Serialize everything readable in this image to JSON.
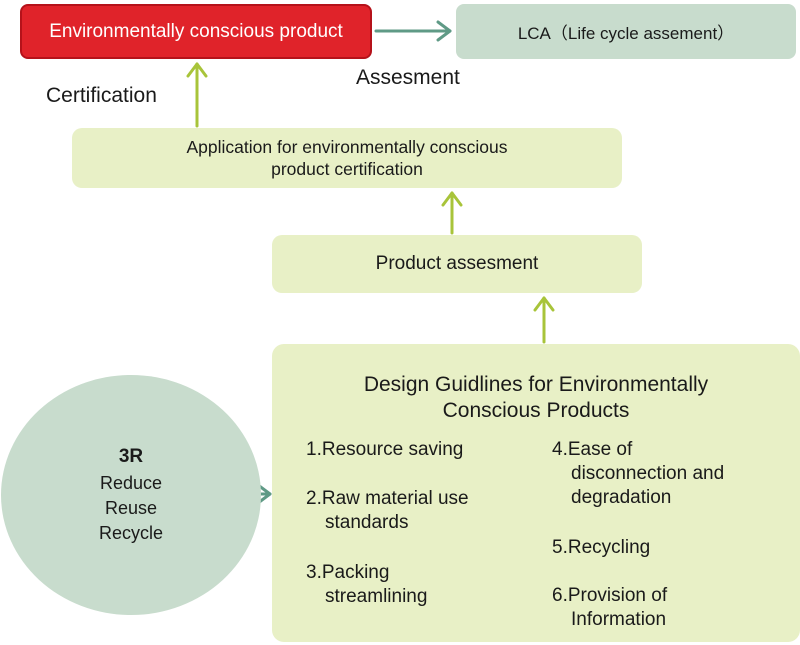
{
  "nodes": {
    "product": "Environmentally conscious product",
    "lca": "LCA（Life cycle assement）",
    "application_line1": "Application for environmentally conscious",
    "application_line2": "product certification",
    "product_assessment": "Product assesment",
    "guidelines_line1": "Design Guidlines for Environmentally",
    "guidelines_line2": "Conscious Products",
    "circle_title": "3R",
    "circle_line1": "Reduce",
    "circle_line2": "Reuse",
    "circle_line3": "Recycle"
  },
  "labels": {
    "certification": "Certification",
    "assessment": "Assesment"
  },
  "guidelines": {
    "item1": "1.Resource saving",
    "item2_line1": "2.Raw material use",
    "item2_line2": "standards",
    "item3_line1": "3.Packing",
    "item3_line2": "streamlining",
    "item4_line1": "4.Ease of",
    "item4_line2": "disconnection and",
    "item4_line3": "degradation",
    "item5": "5.Recycling",
    "item6_line1": "6.Provision of",
    "item6_line2": "Information"
  },
  "colors": {
    "product_fill": "#e0232a",
    "node_fill": "#e8f0c6",
    "lca_fill": "#c8dccd",
    "arrow_green": "#a8c43a",
    "arrow_teal": "#5f9a86"
  }
}
